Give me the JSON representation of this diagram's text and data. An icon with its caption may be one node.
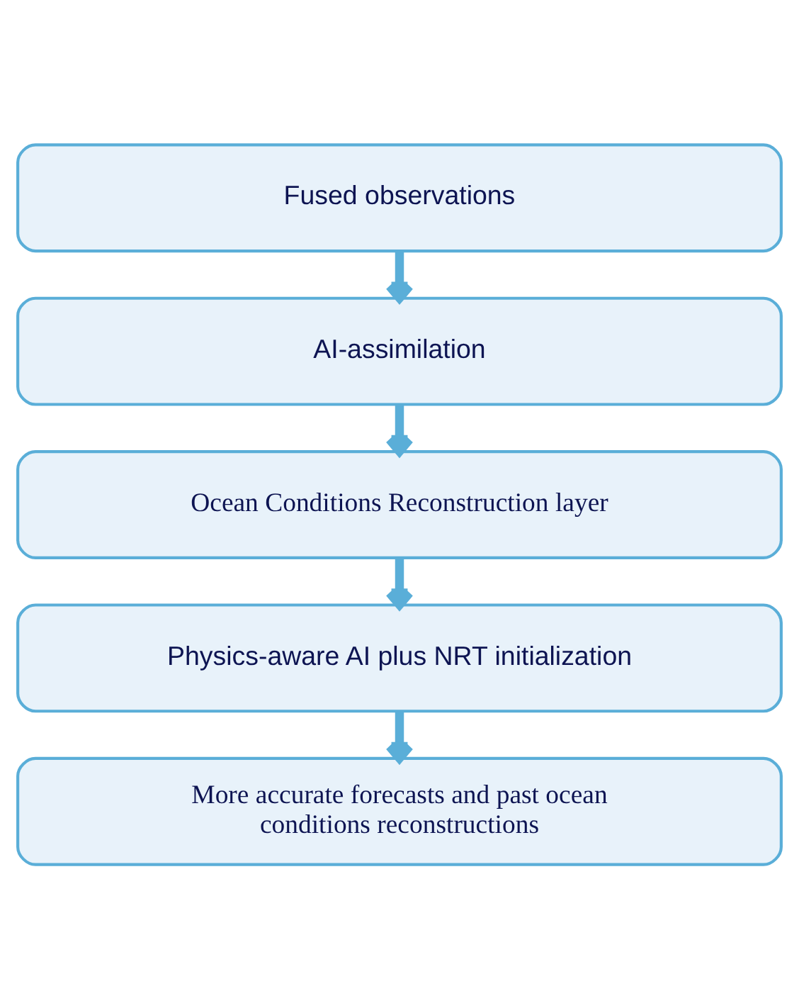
{
  "diagram": {
    "nodes": [
      {
        "text": [
          "Fused observations"
        ]
      },
      {
        "text": [
          "AI-assimilation"
        ]
      },
      {
        "text": [
          "Ocean Conditions Reconstruction layer"
        ]
      },
      {
        "text": [
          "Physics-aware AI plus NRT initialization"
        ]
      },
      {
        "text": [
          "More accurate forecasts and past ocean conditions reconstructions"
        ]
      }
    ],
    "edges": [
      {
        "from": 0,
        "to": 1,
        "arrow": "to"
      },
      {
        "from": 1,
        "to": 2,
        "arrow": "to"
      },
      {
        "from": 2,
        "to": 3,
        "arrow": "to"
      },
      {
        "from": 3,
        "to": 4,
        "arrow": "to"
      }
    ]
  }
}
